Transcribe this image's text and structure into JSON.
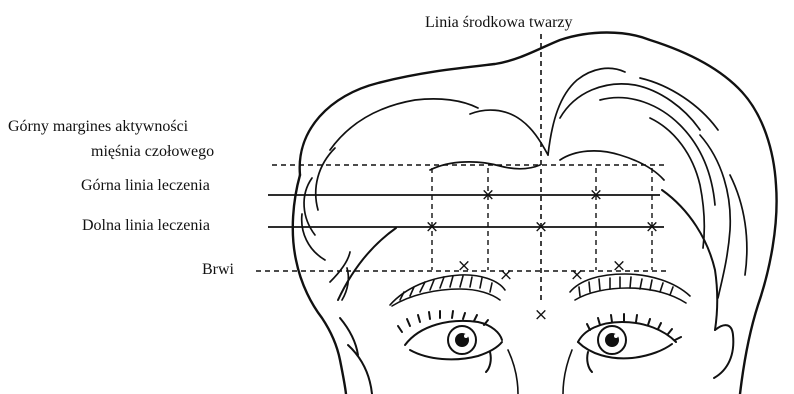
{
  "labels": {
    "midline": "Linia środkowa twarzy",
    "upper_margin_line1": "Górny margines aktywności",
    "upper_margin_line2": "mięśnia czołowego",
    "upper_treatment": "Górna linia leczenia",
    "lower_treatment": "Dolna linia leczenia",
    "brows": "Brwi"
  },
  "marker_symbol": "×",
  "colors": {
    "ink": "#111111",
    "background": "#ffffff"
  }
}
